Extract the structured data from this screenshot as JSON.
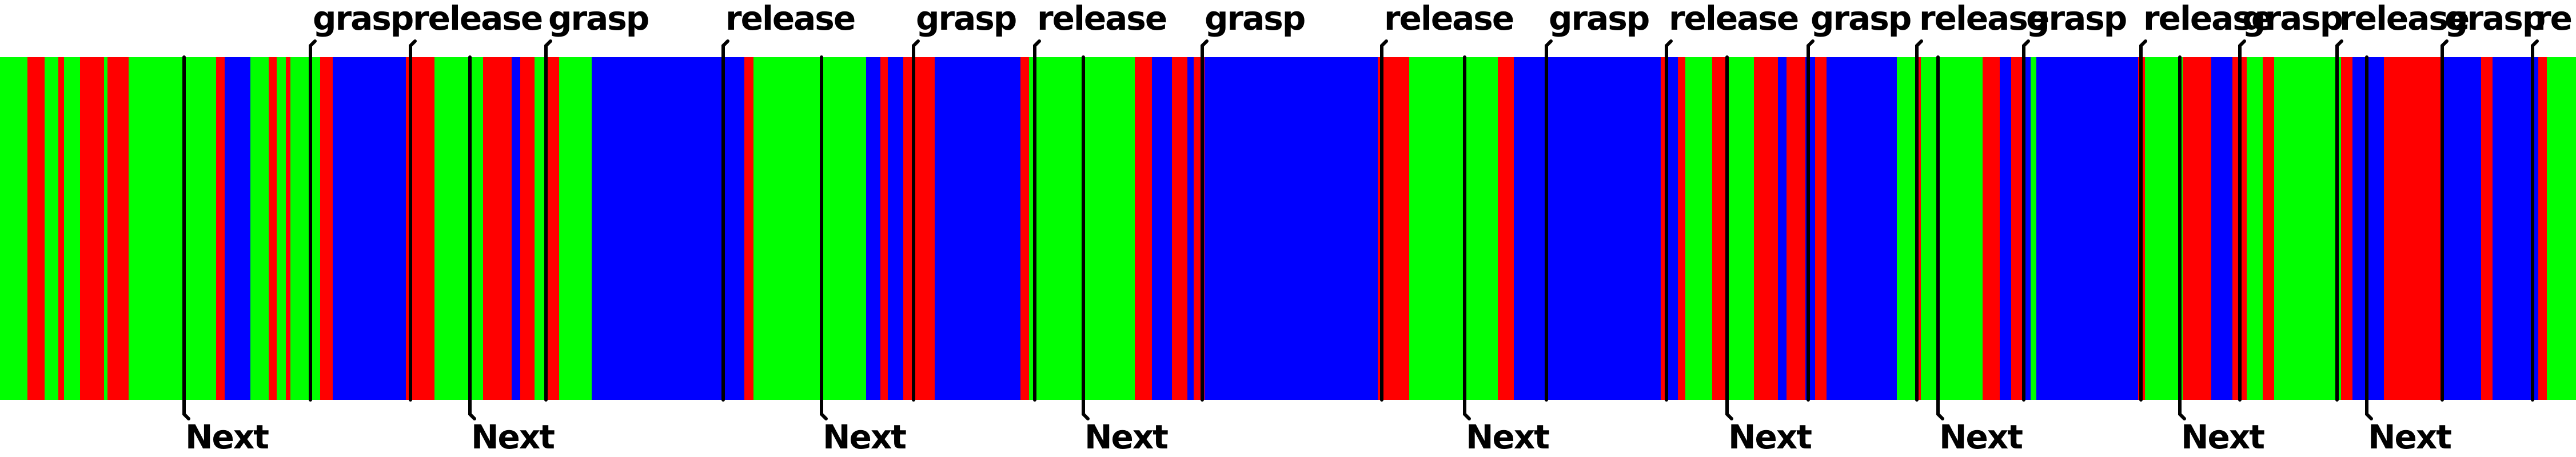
{
  "colors": {
    "green": "#00ff00",
    "blue": "#0000ff",
    "red": "#ff0000",
    "marker": "#000000"
  },
  "segments": [
    {
      "state": "green",
      "from": 0,
      "to": 48
    },
    {
      "state": "red",
      "from": 48,
      "to": 78
    },
    {
      "state": "green",
      "from": 78,
      "to": 102
    },
    {
      "state": "red",
      "from": 102,
      "to": 112
    },
    {
      "state": "green",
      "from": 112,
      "to": 140
    },
    {
      "state": "red",
      "from": 140,
      "to": 182
    },
    {
      "state": "green",
      "from": 182,
      "to": 188
    },
    {
      "state": "red",
      "from": 188,
      "to": 225
    },
    {
      "state": "green",
      "from": 225,
      "to": 378
    },
    {
      "state": "red",
      "from": 378,
      "to": 393
    },
    {
      "state": "blue",
      "from": 393,
      "to": 438
    },
    {
      "state": "green",
      "from": 438,
      "to": 470
    },
    {
      "state": "red",
      "from": 470,
      "to": 484
    },
    {
      "state": "green",
      "from": 484,
      "to": 500
    },
    {
      "state": "red",
      "from": 500,
      "to": 508
    },
    {
      "state": "green",
      "from": 508,
      "to": 560
    },
    {
      "state": "red",
      "from": 560,
      "to": 582
    },
    {
      "state": "blue",
      "from": 582,
      "to": 710
    },
    {
      "state": "red",
      "from": 710,
      "to": 760
    },
    {
      "state": "green",
      "from": 760,
      "to": 845
    },
    {
      "state": "red",
      "from": 845,
      "to": 895
    },
    {
      "state": "blue",
      "from": 895,
      "to": 910
    },
    {
      "state": "red",
      "from": 910,
      "to": 935
    },
    {
      "state": "green",
      "from": 935,
      "to": 958
    },
    {
      "state": "red",
      "from": 958,
      "to": 978
    },
    {
      "state": "green",
      "from": 978,
      "to": 1035
    },
    {
      "state": "blue",
      "from": 1035,
      "to": 1302
    },
    {
      "state": "red",
      "from": 1302,
      "to": 1318
    },
    {
      "state": "green",
      "from": 1318,
      "to": 1515
    },
    {
      "state": "blue",
      "from": 1515,
      "to": 1540
    },
    {
      "state": "red",
      "from": 1540,
      "to": 1553
    },
    {
      "state": "blue",
      "from": 1553,
      "to": 1580
    },
    {
      "state": "red",
      "from": 1580,
      "to": 1635
    },
    {
      "state": "blue",
      "from": 1635,
      "to": 1785
    },
    {
      "state": "red",
      "from": 1785,
      "to": 1800
    },
    {
      "state": "green",
      "from": 1800,
      "to": 1985
    },
    {
      "state": "red",
      "from": 1985,
      "to": 2015
    },
    {
      "state": "blue",
      "from": 2015,
      "to": 2050
    },
    {
      "state": "red",
      "from": 2050,
      "to": 2077
    },
    {
      "state": "blue",
      "from": 2077,
      "to": 2088
    },
    {
      "state": "red",
      "from": 2088,
      "to": 2107
    },
    {
      "state": "blue",
      "from": 2107,
      "to": 2410
    },
    {
      "state": "red",
      "from": 2410,
      "to": 2418
    },
    {
      "state": "red",
      "from": 2418,
      "to": 2465
    },
    {
      "state": "green",
      "from": 2465,
      "to": 2620
    },
    {
      "state": "red",
      "from": 2620,
      "to": 2648
    },
    {
      "state": "blue",
      "from": 2648,
      "to": 2905
    },
    {
      "state": "red",
      "from": 2905,
      "to": 2918
    },
    {
      "state": "blue",
      "from": 2918,
      "to": 2935
    },
    {
      "state": "red",
      "from": 2935,
      "to": 2948
    },
    {
      "state": "green",
      "from": 2948,
      "to": 2995
    },
    {
      "state": "red",
      "from": 2995,
      "to": 3018
    },
    {
      "state": "green",
      "from": 3018,
      "to": 3068
    },
    {
      "state": "red",
      "from": 3068,
      "to": 3110
    },
    {
      "state": "blue",
      "from": 3110,
      "to": 3125
    },
    {
      "state": "red",
      "from": 3125,
      "to": 3158
    },
    {
      "state": "blue",
      "from": 3158,
      "to": 3175
    },
    {
      "state": "red",
      "from": 3175,
      "to": 3195
    },
    {
      "state": "blue",
      "from": 3195,
      "to": 3318
    },
    {
      "state": "green",
      "from": 3318,
      "to": 3352
    },
    {
      "state": "red",
      "from": 3352,
      "to": 3360
    },
    {
      "state": "green",
      "from": 3360,
      "to": 3468
    },
    {
      "state": "red",
      "from": 3468,
      "to": 3498
    },
    {
      "state": "blue",
      "from": 3498,
      "to": 3518
    },
    {
      "state": "red",
      "from": 3518,
      "to": 3538
    },
    {
      "state": "blue",
      "from": 3538,
      "to": 3552
    },
    {
      "state": "green",
      "from": 3552,
      "to": 3562
    },
    {
      "state": "blue",
      "from": 3562,
      "to": 3740
    },
    {
      "state": "red",
      "from": 3740,
      "to": 3752
    },
    {
      "state": "green",
      "from": 3752,
      "to": 3818
    },
    {
      "state": "red",
      "from": 3818,
      "to": 3868
    },
    {
      "state": "blue",
      "from": 3868,
      "to": 3905
    },
    {
      "state": "red",
      "from": 3905,
      "to": 3930
    },
    {
      "state": "green",
      "from": 3930,
      "to": 3958
    },
    {
      "state": "red",
      "from": 3958,
      "to": 3978
    },
    {
      "state": "green",
      "from": 3978,
      "to": 4095
    },
    {
      "state": "red",
      "from": 4095,
      "to": 4115
    },
    {
      "state": "blue",
      "from": 4115,
      "to": 4170
    },
    {
      "state": "red",
      "from": 4170,
      "to": 4275
    },
    {
      "state": "blue",
      "from": 4275,
      "to": 4340
    },
    {
      "state": "red",
      "from": 4340,
      "to": 4360
    },
    {
      "state": "blue",
      "from": 4360,
      "to": 4440
    },
    {
      "state": "red",
      "from": 4440,
      "to": 4455
    },
    {
      "state": "green",
      "from": 4455,
      "to": 4506
    }
  ],
  "top_labels": [
    {
      "text": "grasp",
      "at": 543
    },
    {
      "text": "release",
      "at": 718
    },
    {
      "text": "grasp",
      "at": 955
    },
    {
      "text": "release",
      "at": 1265
    },
    {
      "text": "grasp",
      "at": 1598
    },
    {
      "text": "release",
      "at": 1810
    },
    {
      "text": "grasp",
      "at": 2103
    },
    {
      "text": "release",
      "at": 2417
    },
    {
      "text": "grasp",
      "at": 2705
    },
    {
      "text": "release",
      "at": 2915
    },
    {
      "text": "grasp",
      "at": 3163
    },
    {
      "text": "release",
      "at": 3353
    },
    {
      "text": "grasp",
      "at": 3540
    },
    {
      "text": "release",
      "at": 3745
    },
    {
      "text": "grasp",
      "at": 3918
    },
    {
      "text": "release",
      "at": 4088
    },
    {
      "text": "grasp",
      "at": 4272
    },
    {
      "text": "re",
      "at": 4430
    }
  ],
  "bottom_labels": [
    {
      "text": "Next",
      "at": 322
    },
    {
      "text": "Next",
      "at": 822
    },
    {
      "text": "Next",
      "at": 1437
    },
    {
      "text": "Next",
      "at": 1895
    },
    {
      "text": "Next",
      "at": 2562
    },
    {
      "text": "Next",
      "at": 3021
    },
    {
      "text": "Next",
      "at": 3390
    },
    {
      "text": "Next",
      "at": 3813
    },
    {
      "text": "Next",
      "at": 4140
    }
  ]
}
